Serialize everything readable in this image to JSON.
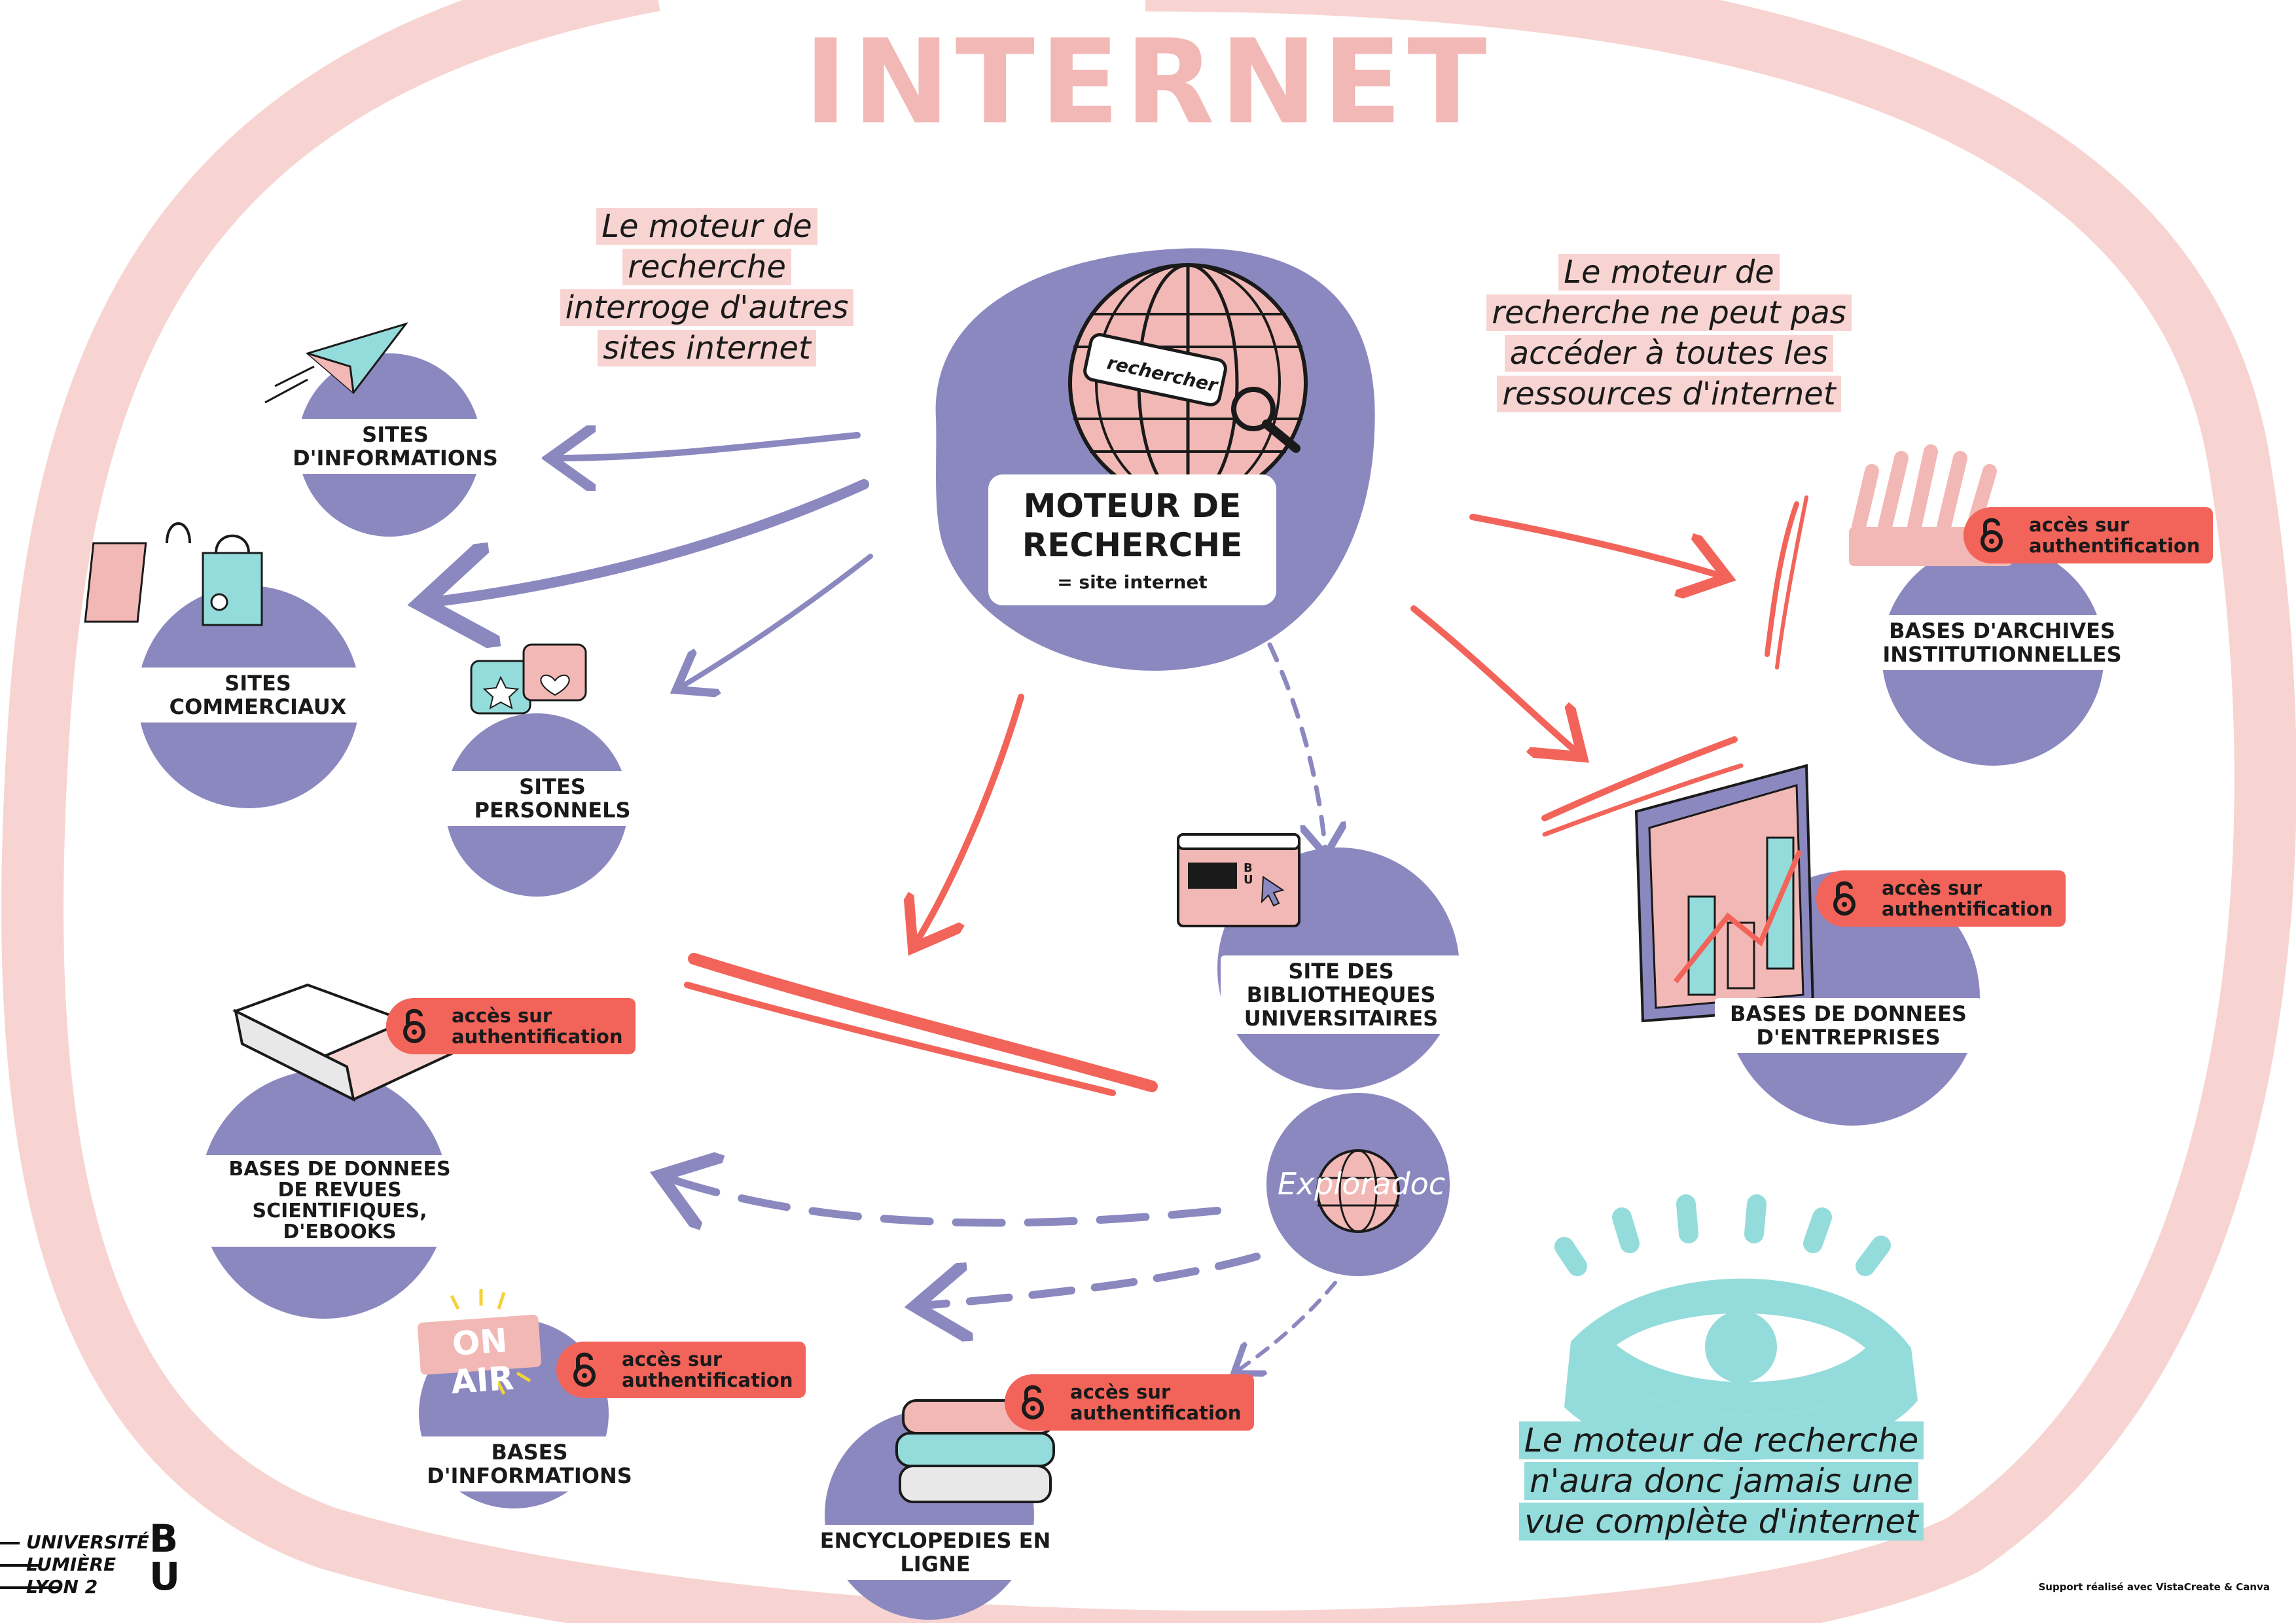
{
  "title": "INTERNET",
  "colors": {
    "lavender": "#8b88c0",
    "pink": "#f2b8b5",
    "pink_light": "#f7d4d1",
    "coral": "#f2645a",
    "teal": "#94dcdb",
    "dark": "#1a1a1a"
  },
  "annotations": {
    "queries": "Le moteur de recherche interroge d'autres sites internet",
    "cannot_access": "Le moteur de recherche ne peut pas accéder à toutes les ressources d'internet",
    "conclusion": "Le moteur de recherche n'aura donc jamais une vue complète d'internet"
  },
  "center": {
    "search_bar_label": "rechercher",
    "title": "MOTEUR DE\nRECHERCHE",
    "subtitle": "= site internet"
  },
  "nodes": {
    "sites_info": "SITES D'INFORMATIONS",
    "sites_commerciaux": "SITES COMMERCIAUX",
    "sites_personnels": "SITES PERSONNELS",
    "site_bu": "SITE DES\nBIBLIOTHEQUES\nUNIVERSITAIRES",
    "explorador": "Exploradoc",
    "bases_revues": "BASES DE DONNEES\nDE REVUES SCIENTIFIQUES,\nD'EBOOKS",
    "bases_informations": "BASES D'INFORMATIONS",
    "encyclopedies": "ENCYCLOPEDIES EN LIGNE",
    "bases_archives": "BASES D'ARCHIVES\nINSTITUTIONNELLES",
    "bases_entreprises": "BASES DE DONNEES\nD'ENTREPRISES"
  },
  "badge_text": "accès sur\nauthentification",
  "on_air": "ON AIR",
  "mini_browser_logo": "BU",
  "logo": {
    "university": "UNIVERSITÉ\nLUMIÈRE\nLYON 2",
    "bu": "BU"
  },
  "credit": "Support réalisé avec VistaCreate & Canva"
}
